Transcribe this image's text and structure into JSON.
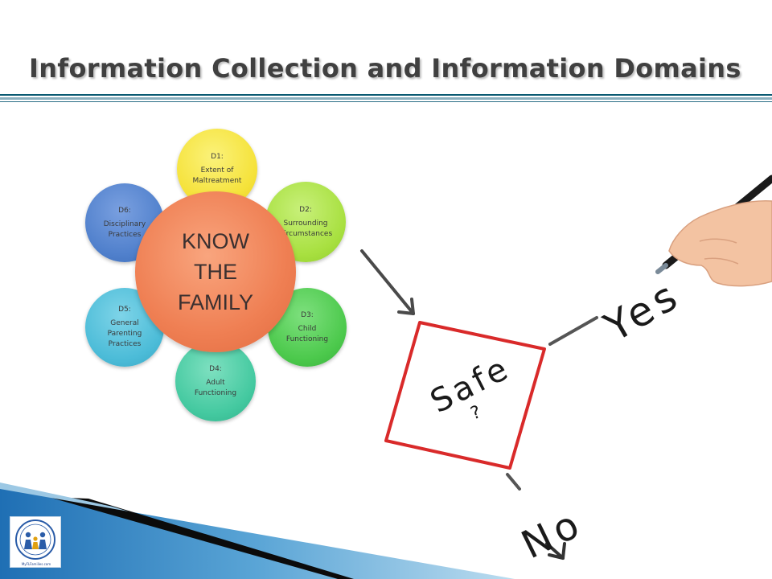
{
  "slide": {
    "title": "Information Collection and Information Domains"
  },
  "diagram": {
    "center": [
      "KNOW",
      "THE",
      "FAMILY"
    ],
    "domains": [
      {
        "code": "D1:",
        "label": "Extent of Maltreatment",
        "color": "#f5e23a"
      },
      {
        "code": "D2:",
        "label": "Surrounding Circumstances",
        "color": "#a8e040"
      },
      {
        "code": "D3:",
        "label": "Child Functioning",
        "color": "#4cc94c"
      },
      {
        "code": "D4:",
        "label": "Adult Functioning",
        "color": "#44c9a0"
      },
      {
        "code": "D5:",
        "label": "General Parenting Practices",
        "color": "#4cbcd8"
      },
      {
        "code": "D6:",
        "label": "Disciplinary Practices",
        "color": "#5080cc"
      }
    ],
    "center_color": "#ef7f53"
  },
  "sketch": {
    "safe": "Safe",
    "question": "?",
    "yes": "Yes",
    "no": "No",
    "box_color": "#d92a2a"
  },
  "logo": {
    "caption": "MyFLFamilies.com",
    "icon": "people-family-icon"
  }
}
